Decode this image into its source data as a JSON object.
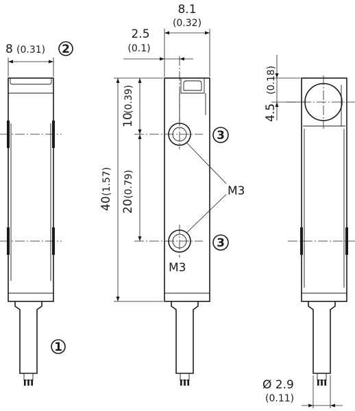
{
  "dimensions": {
    "width_side": {
      "value": "8",
      "inch": "(0.31)"
    },
    "width_front": {
      "value": "8.1",
      "inch": "(0.32)"
    },
    "offset_hole": {
      "value": "2.5",
      "inch": "(0.1)"
    },
    "height_total": {
      "value": "40",
      "inch": "(1.57)"
    },
    "top_to_hole": {
      "value": "10",
      "inch": "(0.39)"
    },
    "hole_spacing": {
      "value": "20",
      "inch": "(0.79)"
    },
    "lens_offset": {
      "value": "4.5",
      "inch": "(0.18)"
    },
    "cable_diameter": {
      "value": "Ø 2.9",
      "inch": "(0.11)"
    }
  },
  "labels": {
    "thread_upper": "M3",
    "thread_lower": "M3",
    "callout_1": "1",
    "callout_2": "2",
    "callout_3a": "3",
    "callout_3b": "3"
  }
}
